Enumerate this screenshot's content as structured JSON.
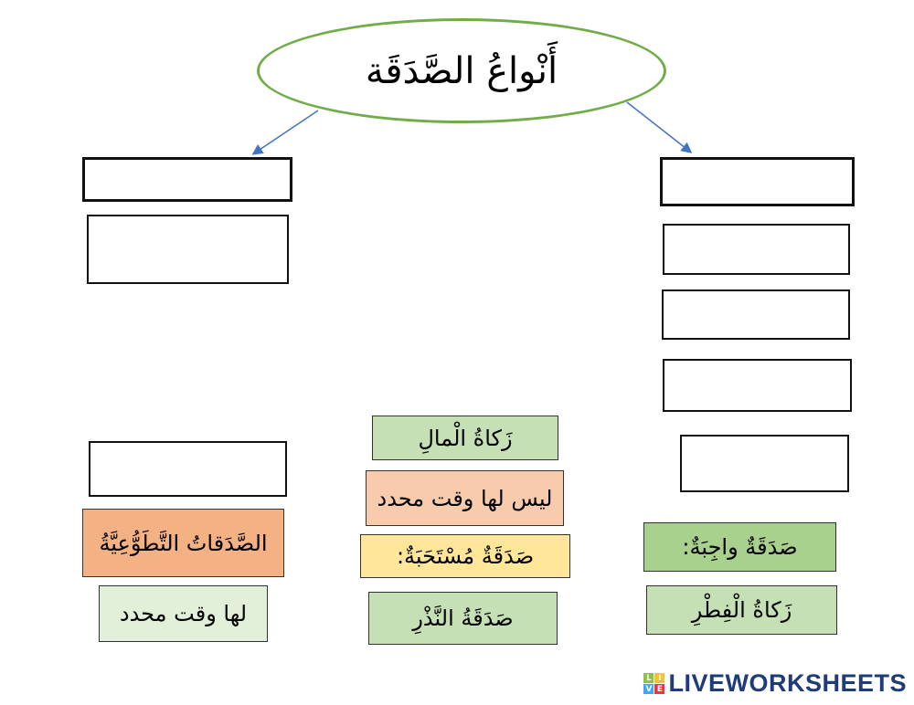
{
  "title": "أَنْواعُ الصَّدَقَة",
  "colors": {
    "ellipse_border": "#70ad47",
    "arrow": "#4472c4",
    "orange": "#f4b183",
    "peach": "#f8cbad",
    "yellow": "#ffe699",
    "green": "#a9d18e",
    "light_green": "#c5e0b4",
    "pale_green": "#e2f0d9"
  },
  "cards": {
    "zakat_al_mal": "زَكاةُ الْمالِ",
    "no_fixed_time": "ليس لها وقت محدد",
    "sadaqa_mustahabba": "صَدَقَةٌ مُسْتَحَبَةٌ:",
    "sadaqa_al_nadhr": "صَدَقَةُ النَّذْرِ",
    "voluntary_charities": "الصَّدَقاتُ التَّطَوُّعِيَّةُ",
    "has_fixed_time": "لها وقت محدد",
    "sadaqa_wajiba": "صَدَقَةٌ واجِبَةٌ:",
    "zakat_al_fitr": "زَكاةُ الْفِطْرِ"
  },
  "logo": {
    "letters": [
      "L",
      "I",
      "V",
      "E"
    ],
    "text": "LIVEWORKSHEETS"
  }
}
